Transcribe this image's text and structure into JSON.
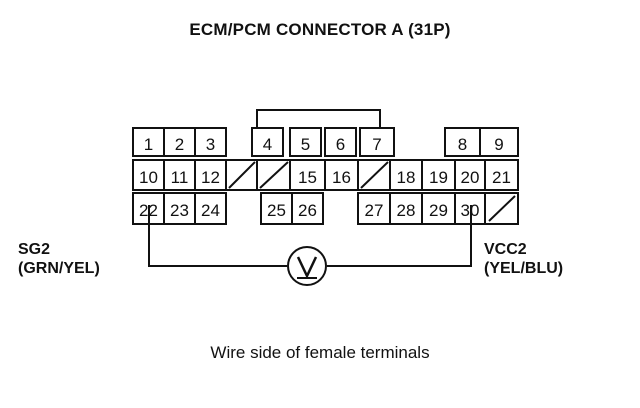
{
  "title": "ECM/PCM CONNECTOR A (31P)",
  "caption": "Wire side of female terminals",
  "left_wire": {
    "name": "SG2",
    "color_code": "(GRN/YEL)",
    "pin": "22"
  },
  "right_wire": {
    "name": "VCC2",
    "color_code": "(YEL/BLU)",
    "pin": "30"
  },
  "meter": {
    "symbol": "V",
    "icon": "voltmeter-icon"
  },
  "connector": {
    "rows": [
      [
        "1",
        "2",
        "3",
        "4",
        "5",
        "6",
        "7",
        "",
        "8",
        "9"
      ],
      [
        "10",
        "11",
        "12",
        "/",
        "/",
        "15",
        "16",
        "/",
        "18",
        "19",
        "20",
        "21"
      ],
      [
        "22",
        "23",
        "24",
        "",
        "25",
        "26",
        "",
        "27",
        "28",
        "29",
        "30",
        "/"
      ]
    ],
    "empty_cavity_symbol": "/"
  }
}
